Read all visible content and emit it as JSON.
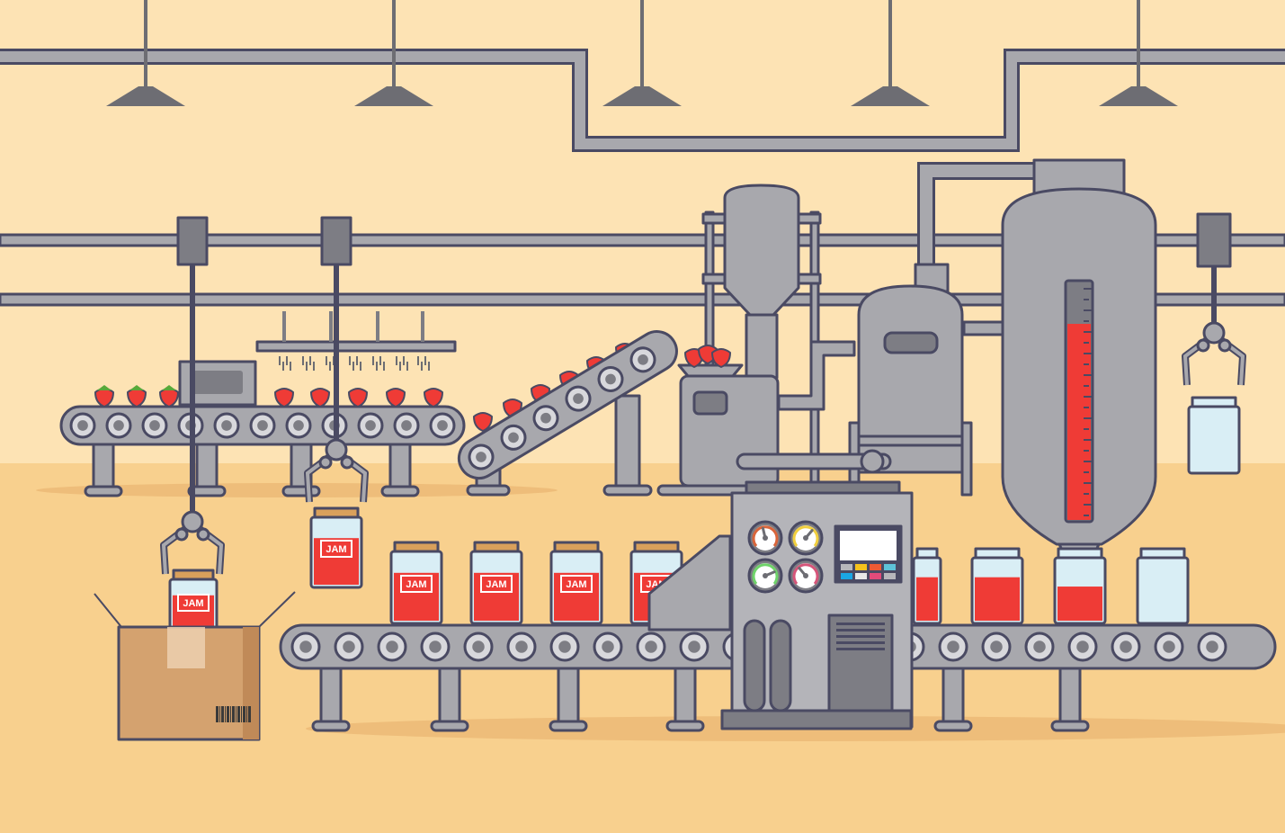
{
  "scene": {
    "jar_label": "JAM",
    "colors": {
      "wall": "#fde3b4",
      "floor": "#f8d08e",
      "metal": "#a8a8ad",
      "metal_dark": "#7d7d84",
      "outline": "#4a4a63",
      "jam": "#ef3b36",
      "glass": "#d9eef5",
      "lid": "#d9a05b",
      "box": "#d4a26f"
    },
    "gauges": [
      {
        "color": "#d9653b",
        "level": 0.45
      },
      {
        "color": "#f1cf3f",
        "level": 0.65
      },
      {
        "color": "#6fd36a",
        "level": 0.75
      },
      {
        "color": "#d6557a",
        "level": 0.35
      }
    ],
    "panel_buttons": [
      "#b7b7bb",
      "#f6c21c",
      "#ef5a34",
      "#5ec3d8",
      "#1aa6e4",
      "#e8e8e8",
      "#e24b7a",
      "#b7b7bb"
    ],
    "tank_fill_level": 0.82
  }
}
